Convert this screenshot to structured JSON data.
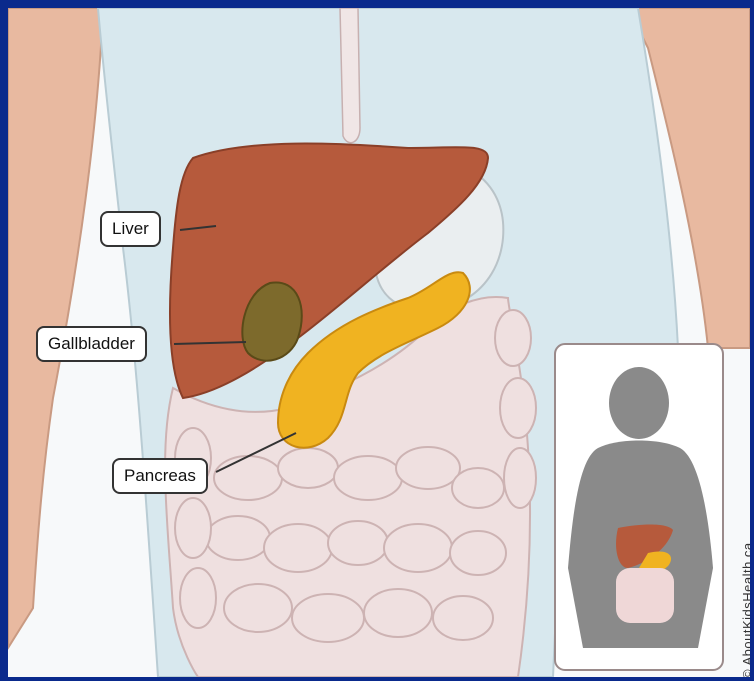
{
  "labels": {
    "liver": "Liver",
    "gallbladder": "Gallbladder",
    "pancreas": "Pancreas"
  },
  "credit": "© AboutKidsHealth.ca",
  "colors": {
    "background_border": "#0a2a8c",
    "liver": "#b65a3c",
    "gallbladder": "#7d6a2c",
    "pancreas": "#f0b321",
    "intestine": "#efe0e0",
    "body": "#d8e8ee",
    "silhouette": "#8a8a8a"
  },
  "icons": {
    "inset": "child-silhouette-icon"
  }
}
